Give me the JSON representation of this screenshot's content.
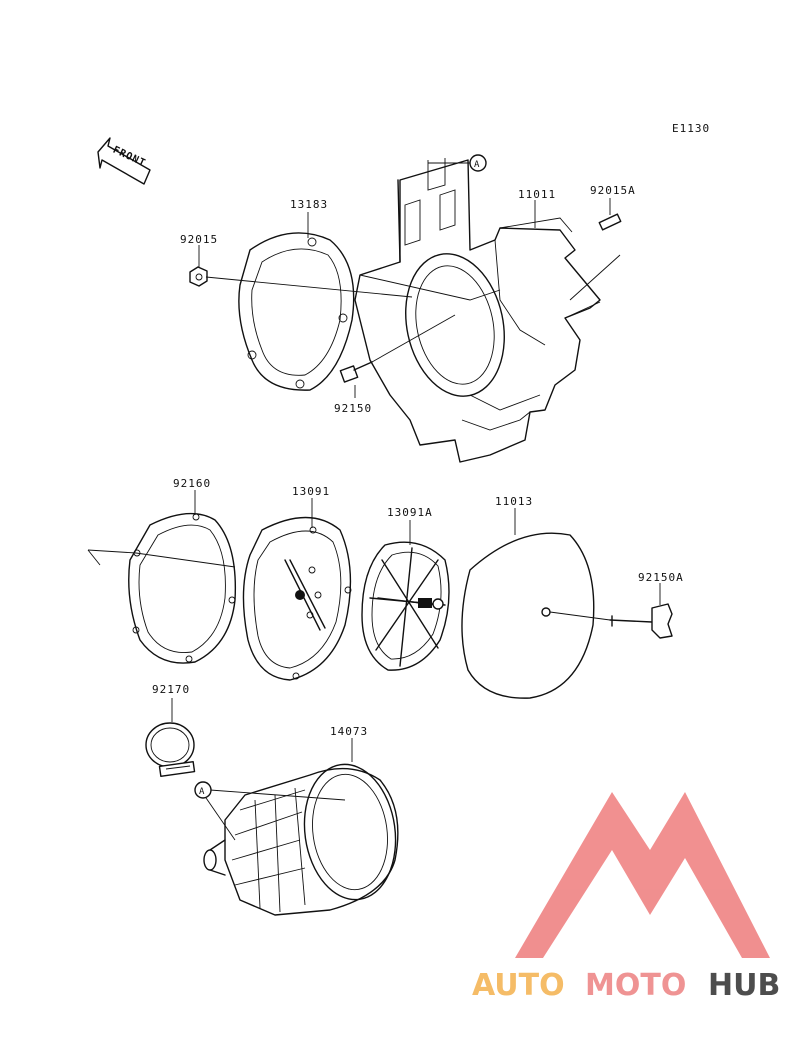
{
  "diagram": {
    "ref_code": "E1130",
    "front_label": "FRONT",
    "callout_mark": "A",
    "parts": {
      "p13183": "13183",
      "p11011": "11011",
      "p92015A": "92015A",
      "p92015": "92015",
      "p92150": "92150",
      "p92160": "92160",
      "p13091": "13091",
      "p13091A": "13091A",
      "p11013": "11013",
      "p92150A": "92150A",
      "p92170": "92170",
      "p14073": "14073"
    }
  },
  "watermark": {
    "brand_part1": "AUTO",
    "brand_part2": "MOTO",
    "brand_part3": "HUB",
    "colors": {
      "logo": "#f08a8a",
      "auto": "#f5b95f",
      "moto": "#ef8e8e",
      "hub": "#444444"
    }
  }
}
